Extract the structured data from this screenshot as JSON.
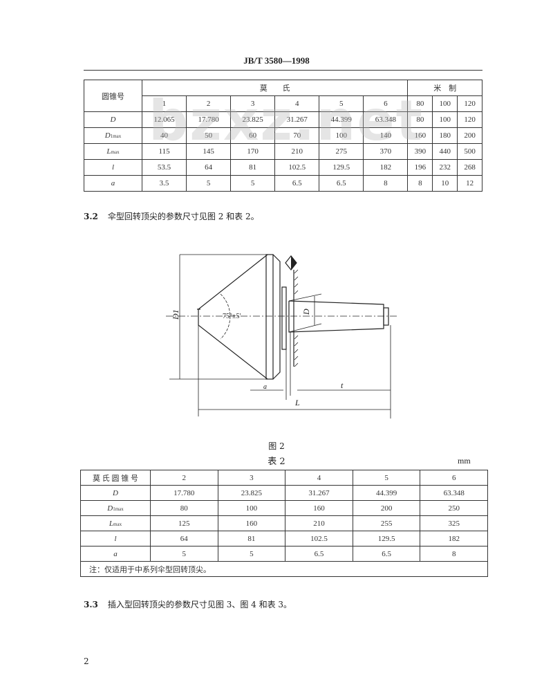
{
  "header": {
    "doc_code": "JB/T  3580—1998"
  },
  "watermark": "bzxz.net",
  "table1": {
    "row_header": "圆锥号",
    "group_morse": "莫　　氏",
    "group_metric": "米　制",
    "sizes": [
      "1",
      "2",
      "3",
      "4",
      "5",
      "6",
      "80",
      "100",
      "120"
    ],
    "rows": [
      {
        "label": "D",
        "sub": "",
        "values": [
          "12.065",
          "17.780",
          "23.825",
          "31.267",
          "44.399",
          "63.348",
          "80",
          "100",
          "120"
        ]
      },
      {
        "label": "D",
        "sub": "1max",
        "values": [
          "40",
          "50",
          "60",
          "70",
          "100",
          "140",
          "160",
          "180",
          "200"
        ]
      },
      {
        "label": "L",
        "sub": "max",
        "values": [
          "115",
          "145",
          "170",
          "210",
          "275",
          "370",
          "390",
          "440",
          "500"
        ]
      },
      {
        "label": "l",
        "sub": "",
        "values": [
          "53.5",
          "64",
          "81",
          "102.5",
          "129.5",
          "182",
          "196",
          "232",
          "268"
        ]
      },
      {
        "label": "a",
        "sub": "",
        "values": [
          "3.5",
          "5",
          "5",
          "6.5",
          "6.5",
          "8",
          "8",
          "10",
          "12"
        ]
      }
    ]
  },
  "para32": {
    "num": "3.2",
    "text": "伞型回转顶尖的参数尺寸见图 2 和表 2。"
  },
  "figure": {
    "caption": "图 2",
    "labels": {
      "D1": "D1",
      "D": "D",
      "angle": "75°±5′",
      "a": "a",
      "t": "t",
      "L": "L"
    }
  },
  "table2": {
    "title": "表 2",
    "unit": "mm",
    "row_header": "莫 氏 圆 锥 号",
    "sizes": [
      "2",
      "3",
      "4",
      "5",
      "6"
    ],
    "rows": [
      {
        "label": "D",
        "sub": "",
        "values": [
          "17.780",
          "23.825",
          "31.267",
          "44.399",
          "63.348"
        ]
      },
      {
        "label": "D",
        "sub": "1max",
        "values": [
          "80",
          "100",
          "160",
          "200",
          "250"
        ]
      },
      {
        "label": "L",
        "sub": "max",
        "values": [
          "125",
          "160",
          "210",
          "255",
          "325"
        ]
      },
      {
        "label": "l",
        "sub": "",
        "values": [
          "64",
          "81",
          "102.5",
          "129.5",
          "182"
        ]
      },
      {
        "label": "a",
        "sub": "",
        "values": [
          "5",
          "5",
          "6.5",
          "6.5",
          "8"
        ]
      }
    ],
    "note": "注：仅适用于中系列伞型回转顶尖。"
  },
  "para33": {
    "num": "3.3",
    "text": "插入型回转顶尖的参数尺寸见图 3、图 4 和表 3。"
  },
  "page_number": "2"
}
